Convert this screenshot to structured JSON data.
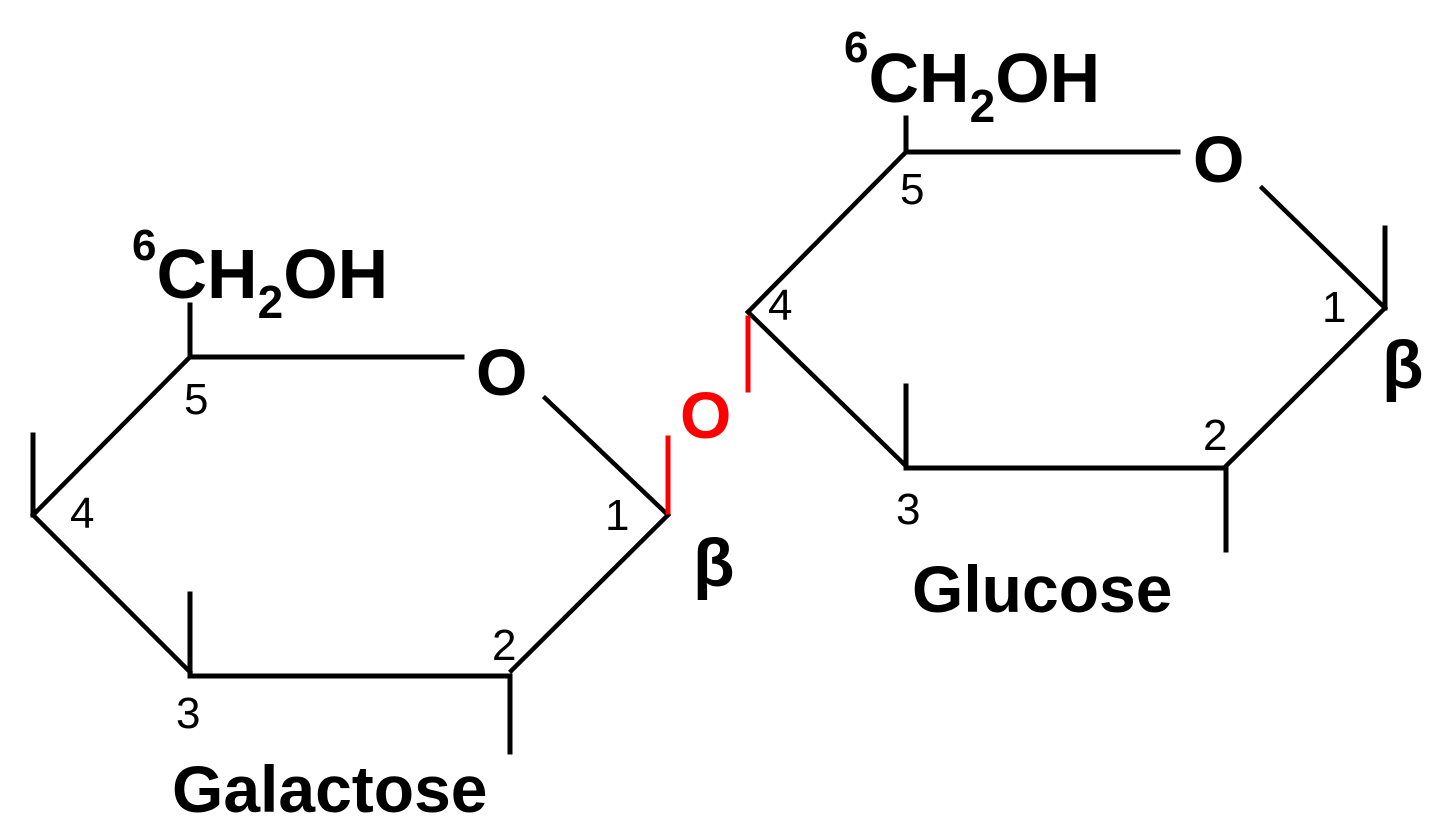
{
  "colors": {
    "bond": "#000000",
    "linkage": "#ff0000",
    "text": "#000000",
    "background": "#ffffff"
  },
  "galactose": {
    "name": "Galactose",
    "group_superscript": "6",
    "group_prefix": "CH",
    "group_subscript": "2",
    "group_suffix": "OH",
    "ring_oxygen": "O",
    "anomer": "β",
    "carbons": {
      "c1": "1",
      "c2": "2",
      "c3": "3",
      "c4": "4",
      "c5": "5"
    }
  },
  "glucose": {
    "name": "Glucose",
    "group_superscript": "6",
    "group_prefix": "CH",
    "group_subscript": "2",
    "group_suffix": "OH",
    "ring_oxygen": "O",
    "anomer": "β",
    "carbons": {
      "c1": "1",
      "c2": "2",
      "c3": "3",
      "c4": "4",
      "c5": "5"
    }
  },
  "linkage": {
    "oxygen": "O"
  }
}
